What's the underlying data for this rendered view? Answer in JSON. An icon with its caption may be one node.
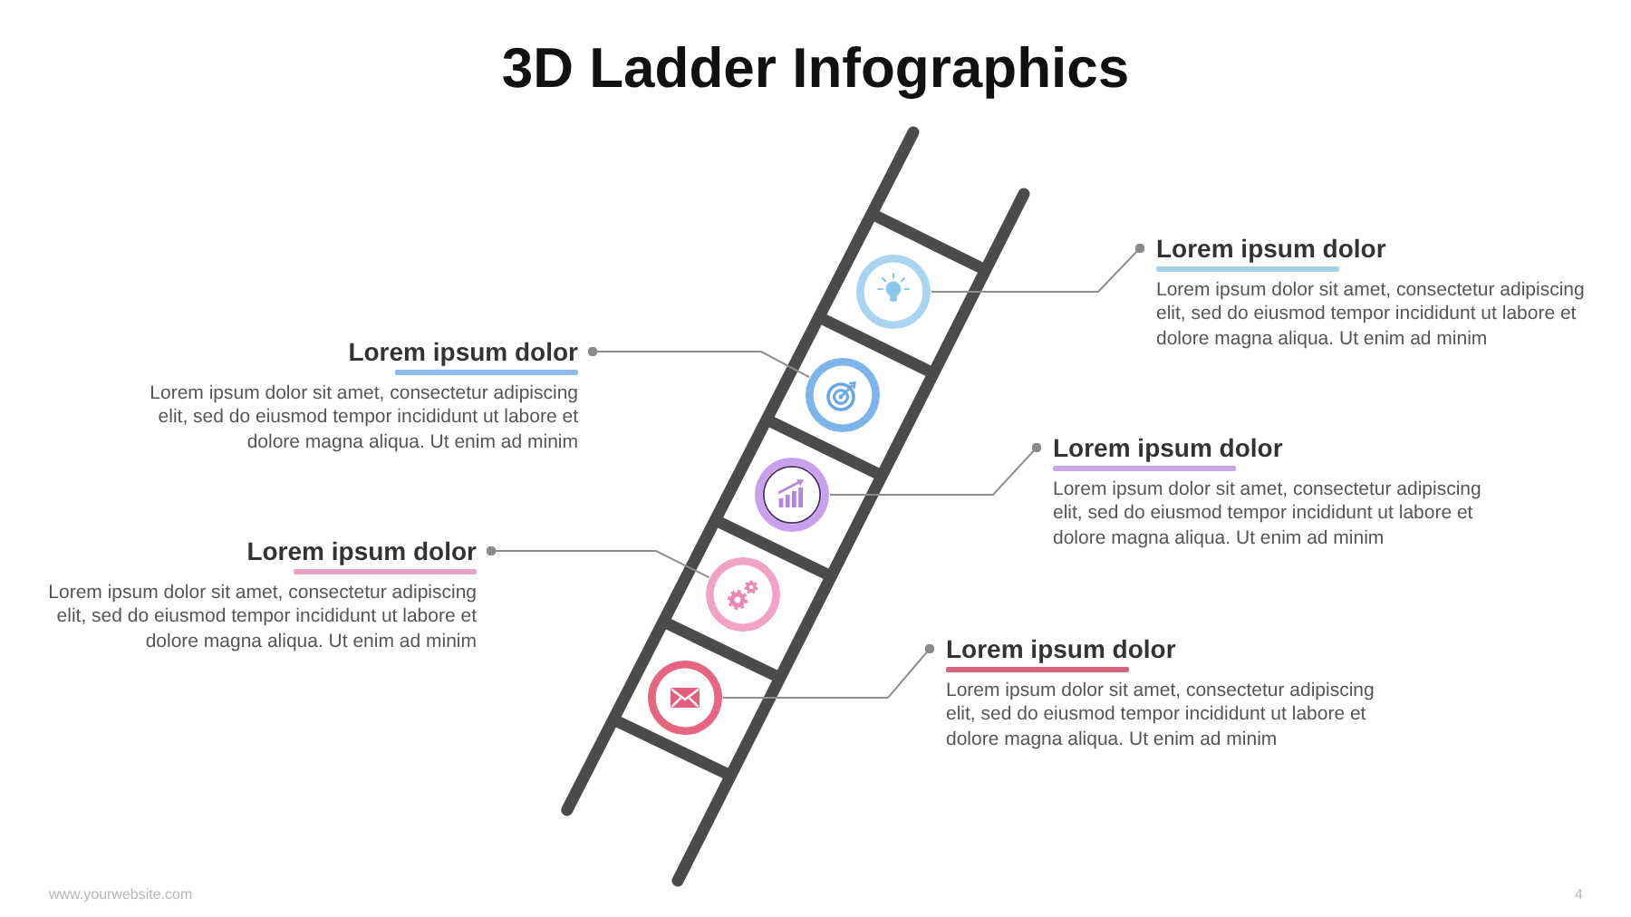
{
  "diagram": {
    "title": "3D Ladder Infographics",
    "nodes": [
      {
        "text": [
          "Lorem ipsum dolor",
          "Lorem ipsum dolor sit amet, consectetur adipiscing elit, sed do eiusmod tempor incididunt ut labore et dolore magna aliqua. Ut enim ad minim"
        ]
      },
      {
        "text": [],
        "shape": "circle"
      },
      {
        "text": [
          "Lorem ipsum dolor",
          "Lorem ipsum dolor sit amet, consectetur adipiscing elit, sed do eiusmod tempor incididunt ut labore et dolore magna aliqua. Ut enim ad minim"
        ]
      },
      {
        "text": [],
        "shape": "circle"
      },
      {
        "text": [
          "Lorem ipsum dolor",
          "Lorem ipsum dolor sit amet, consectetur adipiscing elit, sed do eiusmod tempor incididunt ut labore et dolore magna aliqua. Ut enim ad minim"
        ]
      },
      {
        "text": [],
        "shape": "circle"
      },
      {
        "text": [
          "Lorem ipsum dolor",
          "Lorem ipsum dolor sit amet, consectetur adipiscing elit, sed do eiusmod tempor incididunt ut labore et dolore magna aliqua. Ut enim ad minim"
        ]
      },
      {
        "text": [],
        "shape": "circle"
      },
      {
        "text": [
          "Lorem ipsum dolor",
          "Lorem ipsum dolor sit amet, consectetur adipiscing elit, sed do eiusmod tempor incididunt ut labore et dolore magna aliqua. Ut enim ad minim"
        ]
      },
      {
        "text": [],
        "shape": "circle"
      }
    ],
    "edges": [
      {
        "from": 0,
        "to": 1,
        "arrow": "other"
      },
      {
        "from": 2,
        "to": 3,
        "arrow": "other"
      },
      {
        "from": 4,
        "to": 5,
        "arrow": "other"
      },
      {
        "from": 6,
        "to": 7,
        "arrow": "other"
      },
      {
        "from": 8,
        "to": 9,
        "arrow": "other"
      }
    ],
    "labels": [
      "www.yourwebsite.com",
      "4"
    ]
  }
}
